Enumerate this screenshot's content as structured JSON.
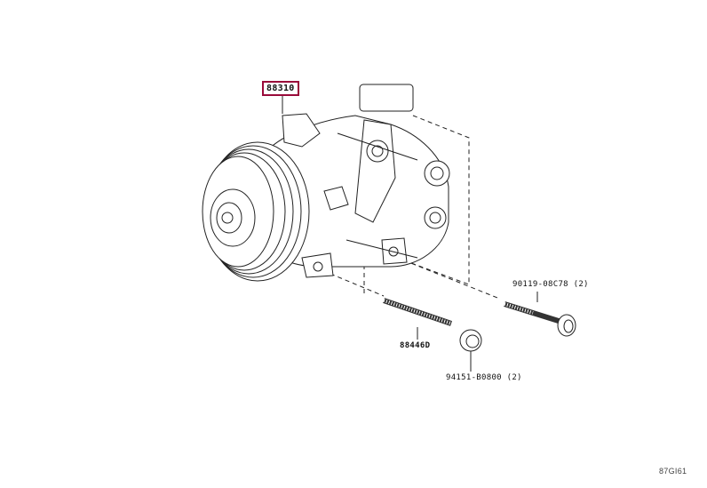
{
  "parts": {
    "compressor": {
      "number": "88310",
      "highlight_color": "#9a0a3a"
    },
    "bolt": {
      "number": "90119-08C78 (2)"
    },
    "stud": {
      "number": "88446D"
    },
    "nut": {
      "number": "94151-B0800 (2)"
    }
  },
  "figure_id": "87GI61"
}
